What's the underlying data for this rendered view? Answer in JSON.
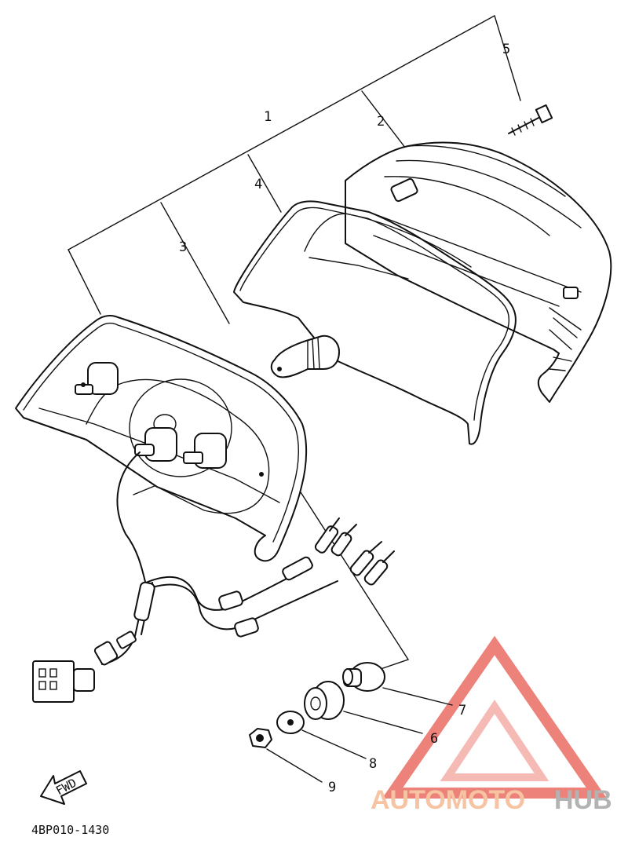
{
  "labels": {
    "p1": "1",
    "p2": "2",
    "p3": "3",
    "p4": "4",
    "p5": "5",
    "p6": "6",
    "p7": "7",
    "p8": "8",
    "p9": "9"
  },
  "fwd_arrow": {
    "text": "FWD"
  },
  "diagram_code": "4BP010-1430",
  "watermark": {
    "text_orange": "AUTOMOTO",
    "text_gray": "HUB",
    "color_red": "#e8594f",
    "color_orange": "#f4b183",
    "color_gray": "#9a9a9a"
  }
}
